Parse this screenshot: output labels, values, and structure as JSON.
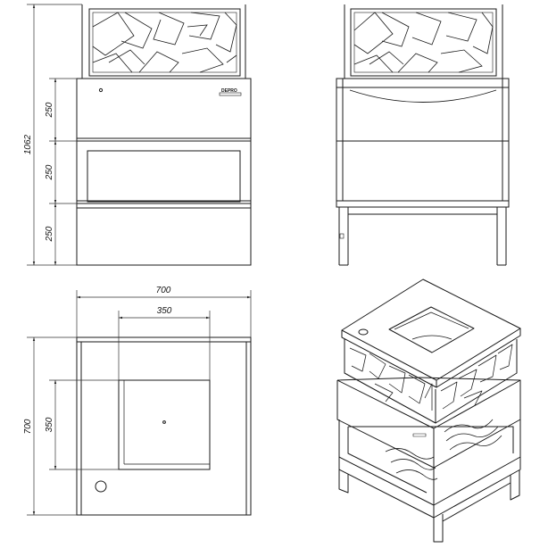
{
  "front_view": {
    "dim_total_height": "1062",
    "dim_top_module": "250",
    "dim_middle_module": "250",
    "dim_bottom_module": "250",
    "brand": "DEPRO"
  },
  "plan_view": {
    "dim_outer_width": "700",
    "dim_inner_width": "350",
    "dim_outer_depth": "700",
    "dim_inner_depth": "350"
  },
  "colors": {
    "line": "#1a1a1a",
    "dim": "#333333",
    "background": "#ffffff"
  }
}
